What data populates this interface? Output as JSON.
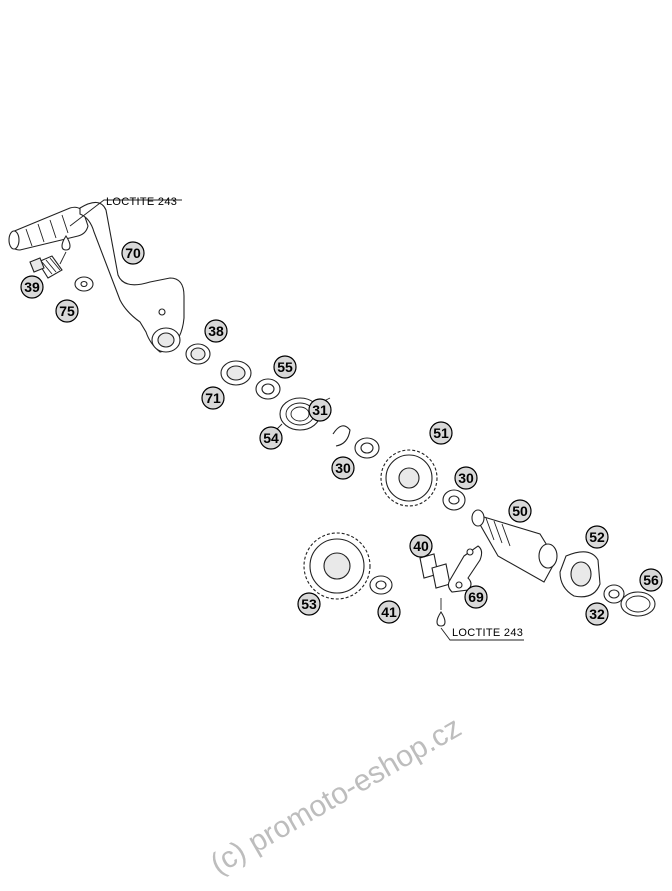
{
  "notes": [
    {
      "id": "loctite-top",
      "text": "LOCTITE 243"
    },
    {
      "id": "loctite-bottom",
      "text": "LOCTITE 243"
    }
  ],
  "callouts": [
    "70",
    "39",
    "75",
    "38",
    "71",
    "55",
    "54",
    "31",
    "30",
    "51",
    "30",
    "50",
    "40",
    "52",
    "53",
    "41",
    "69",
    "56",
    "32"
  ],
  "watermark": "(c) promoto-eshop.cz",
  "colors": {
    "line": "#222222",
    "callout_fill": "#d9d9d9",
    "watermark": "#bdbdbd"
  }
}
